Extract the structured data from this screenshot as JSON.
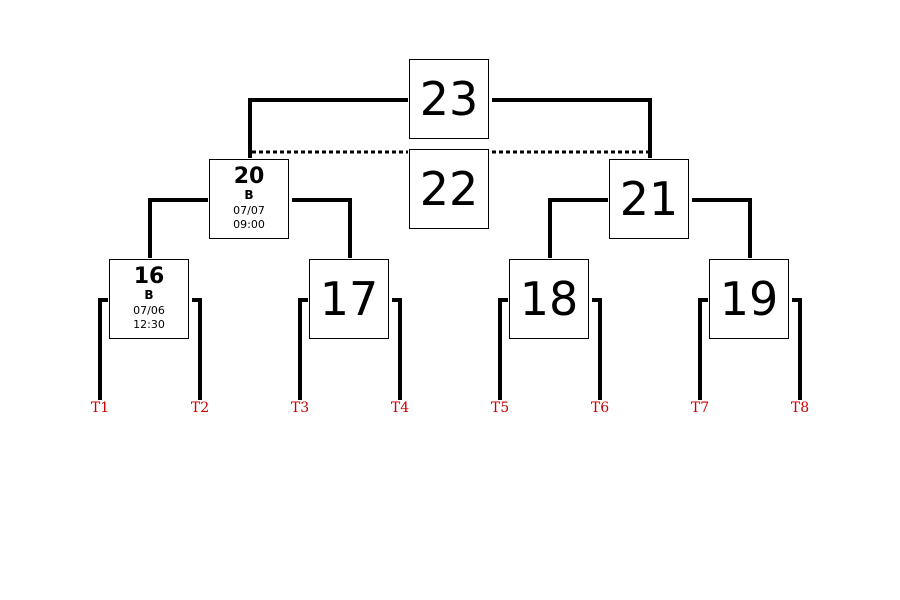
{
  "matches": {
    "m16": {
      "number": "16",
      "code": "B",
      "date": "07/06",
      "time": "12:30"
    },
    "m17": {
      "number": "17"
    },
    "m18": {
      "number": "18"
    },
    "m19": {
      "number": "19"
    },
    "m20": {
      "number": "20",
      "code": "B",
      "date": "07/07",
      "time": "09:00"
    },
    "m21": {
      "number": "21"
    },
    "m22": {
      "number": "22"
    },
    "m23": {
      "number": "23"
    }
  },
  "teams": [
    "T1",
    "T2",
    "T3",
    "T4",
    "T5",
    "T6",
    "T7",
    "T8"
  ],
  "colors": {
    "line": "#000000",
    "team_label": "#cc0000"
  }
}
